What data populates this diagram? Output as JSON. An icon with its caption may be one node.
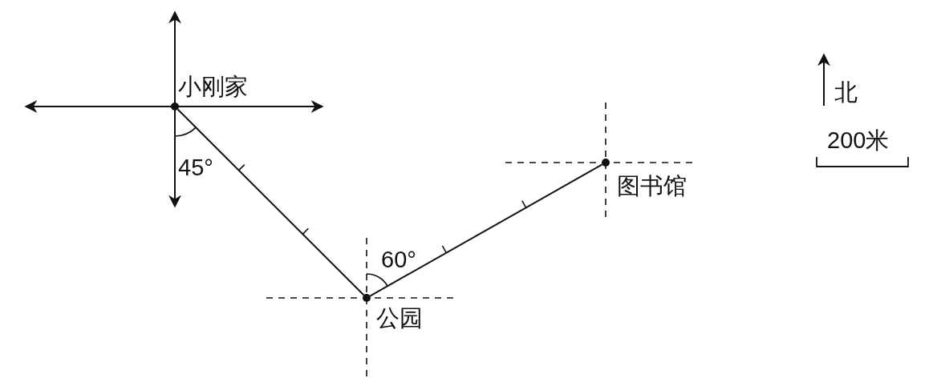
{
  "diagram": {
    "nodes": [
      {
        "text": [
          "小刚家"
        ]
      },
      {
        "text": [
          "公园"
        ]
      },
      {
        "text": [
          "图书馆"
        ]
      }
    ],
    "edges": [
      {
        "from": 0,
        "to": 1,
        "arrow": "none"
      },
      {
        "from": 1,
        "to": 2,
        "arrow": "none"
      }
    ],
    "labels": [
      "45°",
      "60°",
      "北",
      "200米"
    ]
  }
}
